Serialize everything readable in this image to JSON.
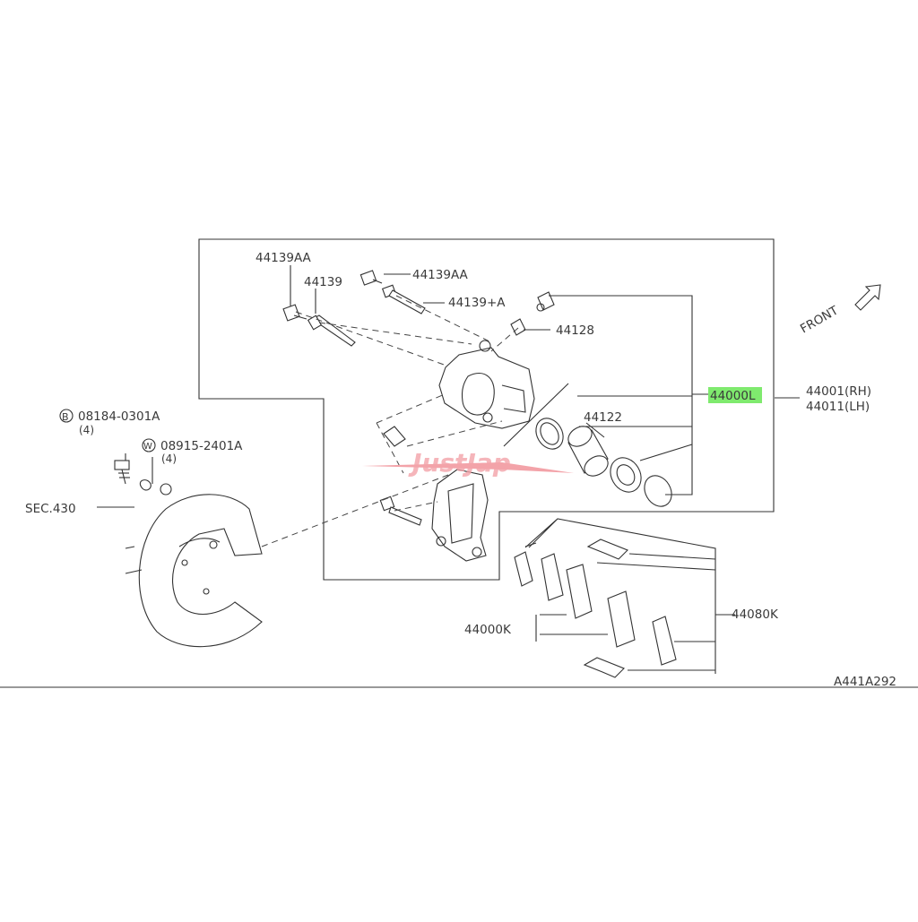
{
  "labels": {
    "p44139AA_a": "44139AA",
    "p44139AA_b": "44139AA",
    "p44139": "44139",
    "p44139A": "44139+A",
    "p44128": "44128",
    "p44000L": "44000L",
    "p44001": "44001(RH)",
    "p44011": "44011(LH)",
    "p44122": "44122",
    "p08184_letter": "B",
    "p08184": "08184-0301A",
    "p08184_qty": "(4)",
    "p08915_letter": "W",
    "p08915": "08915-2401A",
    "p08915_qty": "(4)",
    "sec430": "SEC.430",
    "front": "FRONT",
    "p44000K": "44000K",
    "p44080K": "44080K",
    "diagram_code": "A441A292"
  },
  "watermark": {
    "text": "JustJap",
    "color": "#f3a3a9"
  },
  "colors": {
    "highlight": "#7fea6e",
    "line": "#333333",
    "text": "#3a3a3a"
  }
}
